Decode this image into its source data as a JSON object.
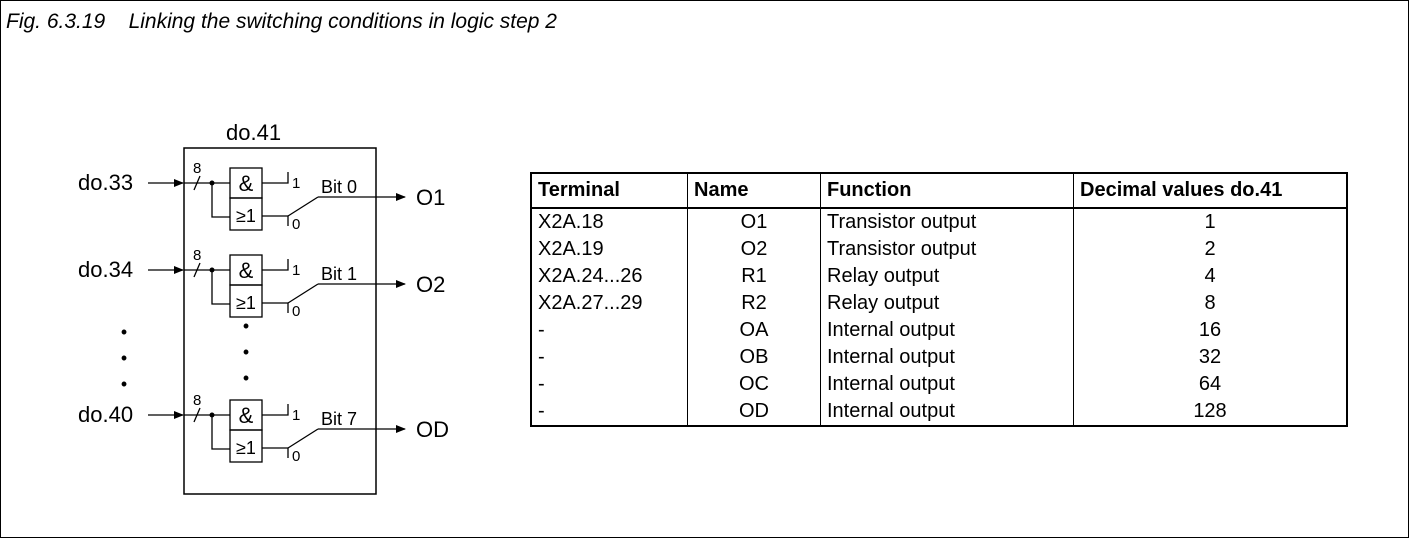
{
  "caption": "Fig. 6.3.19    Linking the switching conditions in logic step 2",
  "diagram": {
    "block_label": "do.41",
    "bus_width": "8",
    "and_symbol": "&",
    "or_symbol": "≥1",
    "switch_high": "1",
    "switch_low": "0",
    "ellipsis_dot": "•",
    "rows": [
      {
        "input": "do.33",
        "bit": "Bit 0",
        "output": "O1"
      },
      {
        "input": "do.34",
        "bit": "Bit 1",
        "output": "O2"
      },
      {
        "input": "do.40",
        "bit": "Bit 7",
        "output": "OD"
      }
    ]
  },
  "table": {
    "headers": [
      "Terminal",
      "Name",
      "Function",
      "Decimal values do.41"
    ],
    "rows": [
      [
        "X2A.18",
        "O1",
        "Transistor output",
        "1"
      ],
      [
        "X2A.19",
        "O2",
        "Transistor output",
        "2"
      ],
      [
        "X2A.24...26",
        "R1",
        "Relay output",
        "4"
      ],
      [
        "X2A.27...29",
        "R2",
        "Relay output",
        "8"
      ],
      [
        "-",
        "OA",
        "Internal output",
        "16"
      ],
      [
        "-",
        "OB",
        "Internal output",
        "32"
      ],
      [
        "-",
        "OC",
        "Internal output",
        "64"
      ],
      [
        "-",
        "OD",
        "Internal output",
        "128"
      ]
    ]
  }
}
